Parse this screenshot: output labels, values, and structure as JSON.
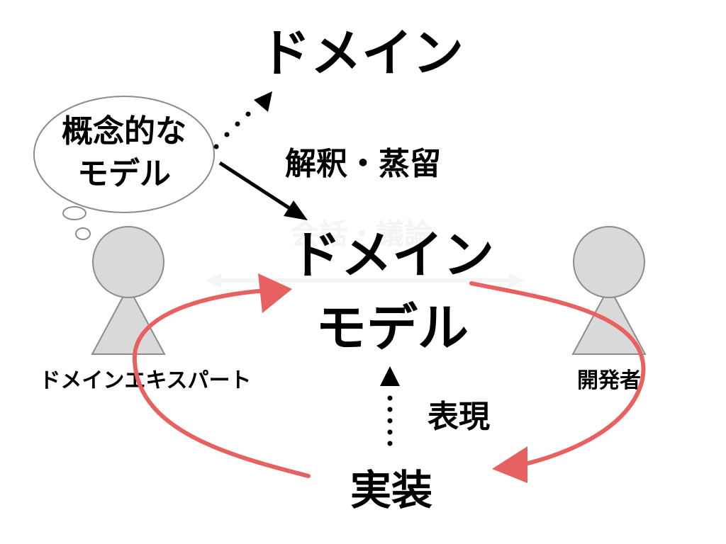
{
  "domain_label": "ドメイン",
  "thought_bubble": {
    "line1": "概念的な",
    "line2": "モデル"
  },
  "interpret_label": "解釈・蒸留",
  "faint_label": "会話・議論",
  "domain_model": {
    "line1": "ドメイン",
    "line2": "モデル"
  },
  "domain_expert_label": "ドメインエキスパート",
  "developer_label": "開発者",
  "express_label": "表現",
  "implementation_label": "実装",
  "colors": {
    "text": "#000000",
    "person_fill": "#d9d9d9",
    "person_stroke": "#8c8c8c",
    "cycle_arrow": "#e86161",
    "faint": "#f4f4f4"
  }
}
